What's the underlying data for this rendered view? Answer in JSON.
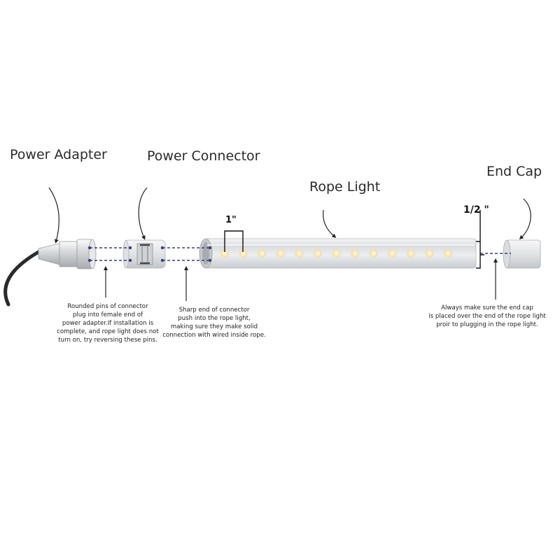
{
  "labels": {
    "power_adapter": "Power Adapter",
    "power_connector": "Power Connector",
    "rope_light": "Rope Light",
    "end_cap": "End Cap"
  },
  "measurements": {
    "led_spacing": "1\"",
    "cap_gap": "1/2 \""
  },
  "notes": {
    "adapter": [
      "Rounded pins of connector",
      "plug into female end of",
      "power adapter.If installation is",
      "complete, and rope light does not",
      "turn on, try reversing these pins."
    ],
    "connector": [
      "Sharp end of connector",
      "push into the rope light,",
      "making sure they make solid",
      "connection with wired inside rope."
    ],
    "end_cap": [
      "Always make sure the end cap",
      "is placed over the end of the rope light",
      "proir to plugging in the rope light."
    ]
  },
  "colors": {
    "led": "#fff3c8",
    "tube": "#e4e6e8",
    "guide_line": "#3c3f7a",
    "cable": "#2a2a2a"
  },
  "led_count": 13
}
